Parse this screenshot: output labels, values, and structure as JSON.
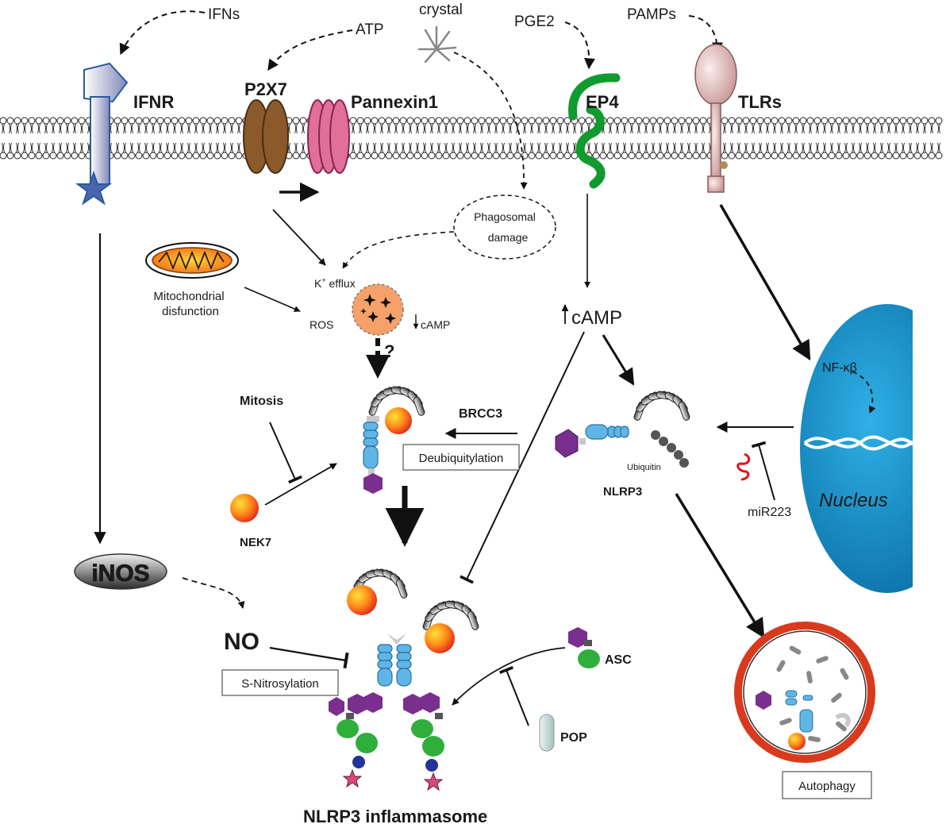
{
  "title": "NLRP3 inflammasome",
  "stimuli": {
    "ifns": "IFNs",
    "atp": "ATP",
    "crystal": "crystal",
    "pge2": "PGE2",
    "pamps": "PAMPs"
  },
  "receptors": {
    "ifnr": "IFNR",
    "p2x7": "P2X7",
    "pannexin": "Pannexin1",
    "ep4": "EP4",
    "tlrs": "TLRs"
  },
  "middle": {
    "phagosomal_1": "Phagosomal",
    "phagosomal_2": "damage",
    "mito_1": "Mitochondrial",
    "mito_2": "disfunction",
    "k_main": "K",
    "k_sup": "+",
    "k_rest": " efflux",
    "ros": "ROS",
    "camp_down": "cAMP",
    "question": "?",
    "camp_up": "cAMP"
  },
  "regulators": {
    "mitosis": "Mitosis",
    "nek7": "NEK7",
    "brcc3": "BRCC3",
    "deubiquitylation": "Deubiquitylation",
    "ubiquitin": "Ubiquitin",
    "nlrp3": "NLRP3",
    "mir223": "miR223",
    "nfkb": "NF-κβ",
    "nucleus": "Nucleus",
    "inos": "iNOS",
    "no": "NO",
    "snitrosylation": "S-Nitrosylation",
    "asc": "ASC",
    "pop": "POP",
    "autophagy": "Autophagy"
  },
  "colors": {
    "p2x7": "#8b5a2b",
    "pannexin": "#e0709a",
    "ep4": "#119a2e",
    "ifnr": "#aab4d6",
    "tlr": "#e8c8c8",
    "nucleus": "#0a86c0",
    "pyd": "#7a2e8e",
    "nacht": "#5fb6e6",
    "asc_card": "#2fae3c",
    "autophagy_ring": "#d93a1e"
  }
}
